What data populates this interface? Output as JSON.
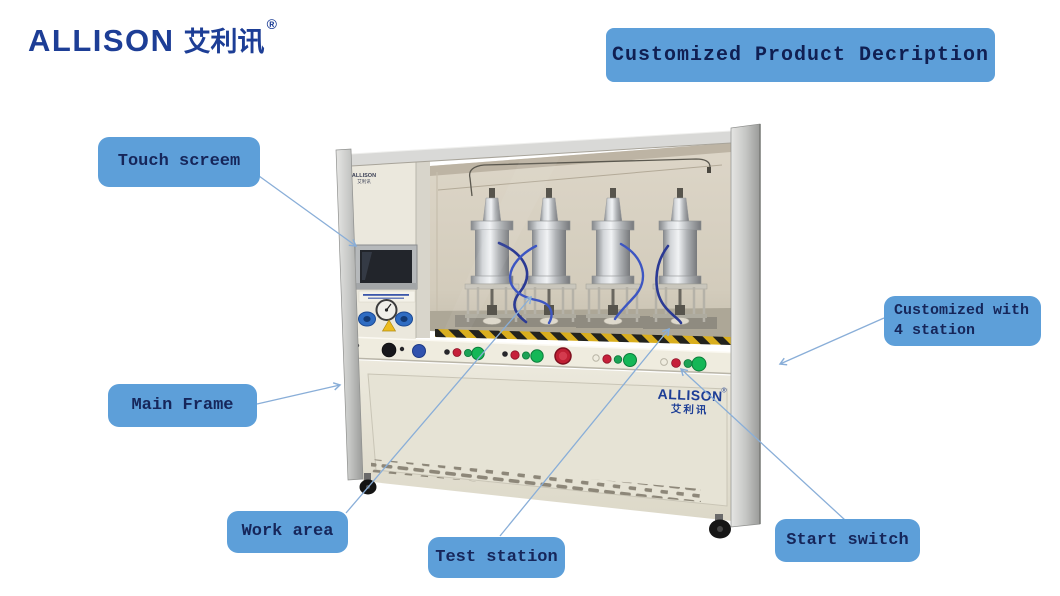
{
  "brand": {
    "name": "ALLISON",
    "cn": "艾利讯",
    "registered": "®"
  },
  "title": "Customized Product Decription",
  "callouts": {
    "touch_screen": "Touch screem",
    "main_frame": "Main Frame",
    "work_area": "Work area",
    "test_station": "Test station",
    "start_switch": "Start switch",
    "stations": "Customized with 4 station"
  },
  "machine": {
    "panel_brand": "ALLISON",
    "panel_brand_cn": "艾利讯",
    "cabinet_brand": "ALLISON",
    "cabinet_brand_cn": "艾利讯"
  },
  "colors": {
    "callout_fill": "#5d9fd9",
    "callout_text": "#16265a",
    "connector_line": "#89aed8",
    "logo_navy": "#1d3e96",
    "hazard_yellow": "#d9ae1e",
    "machine_panel": "#ebe8dd"
  }
}
